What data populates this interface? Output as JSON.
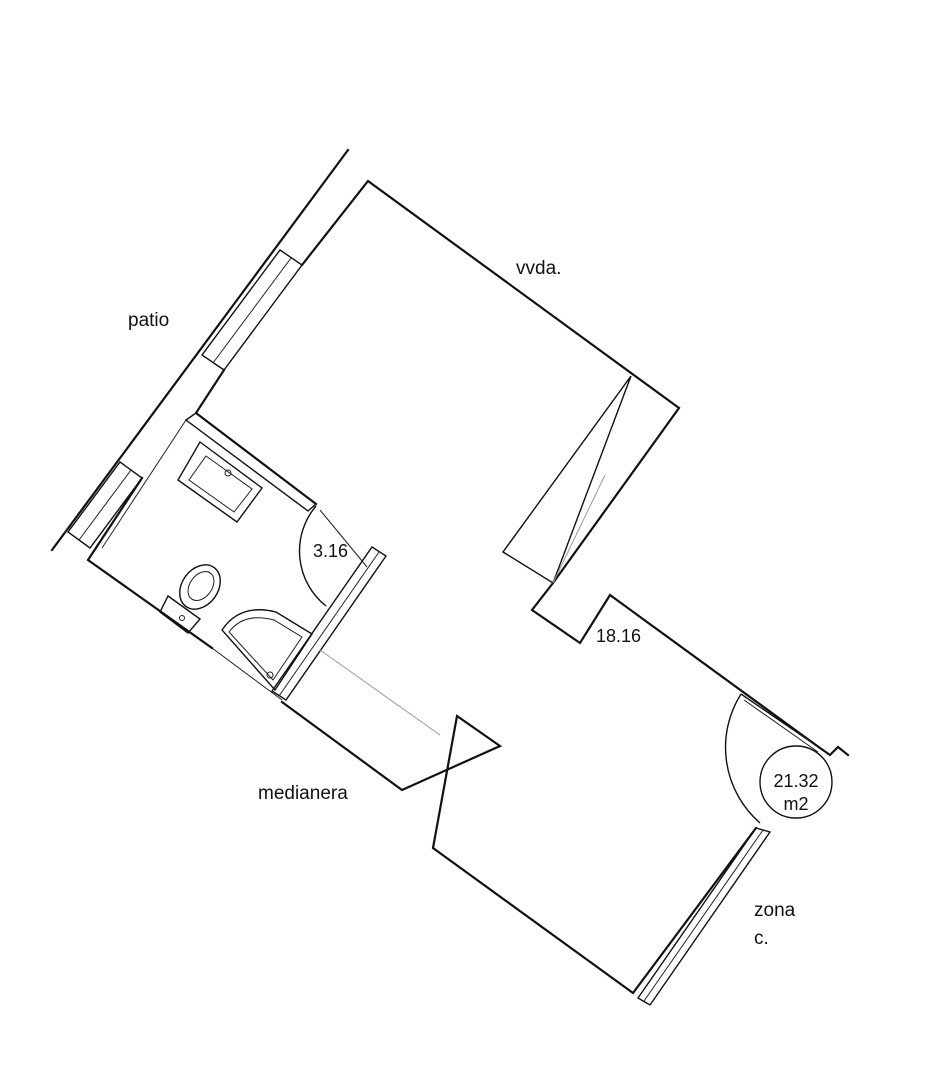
{
  "labels": {
    "patio": "patio",
    "vvda": "vvda.",
    "medianera": "medianera",
    "zona_line1": "zona",
    "zona_line2": "c."
  },
  "areas": {
    "bathroom": "3.16",
    "main_room": "18.16",
    "total_value": "21.32",
    "total_unit": "m2"
  }
}
